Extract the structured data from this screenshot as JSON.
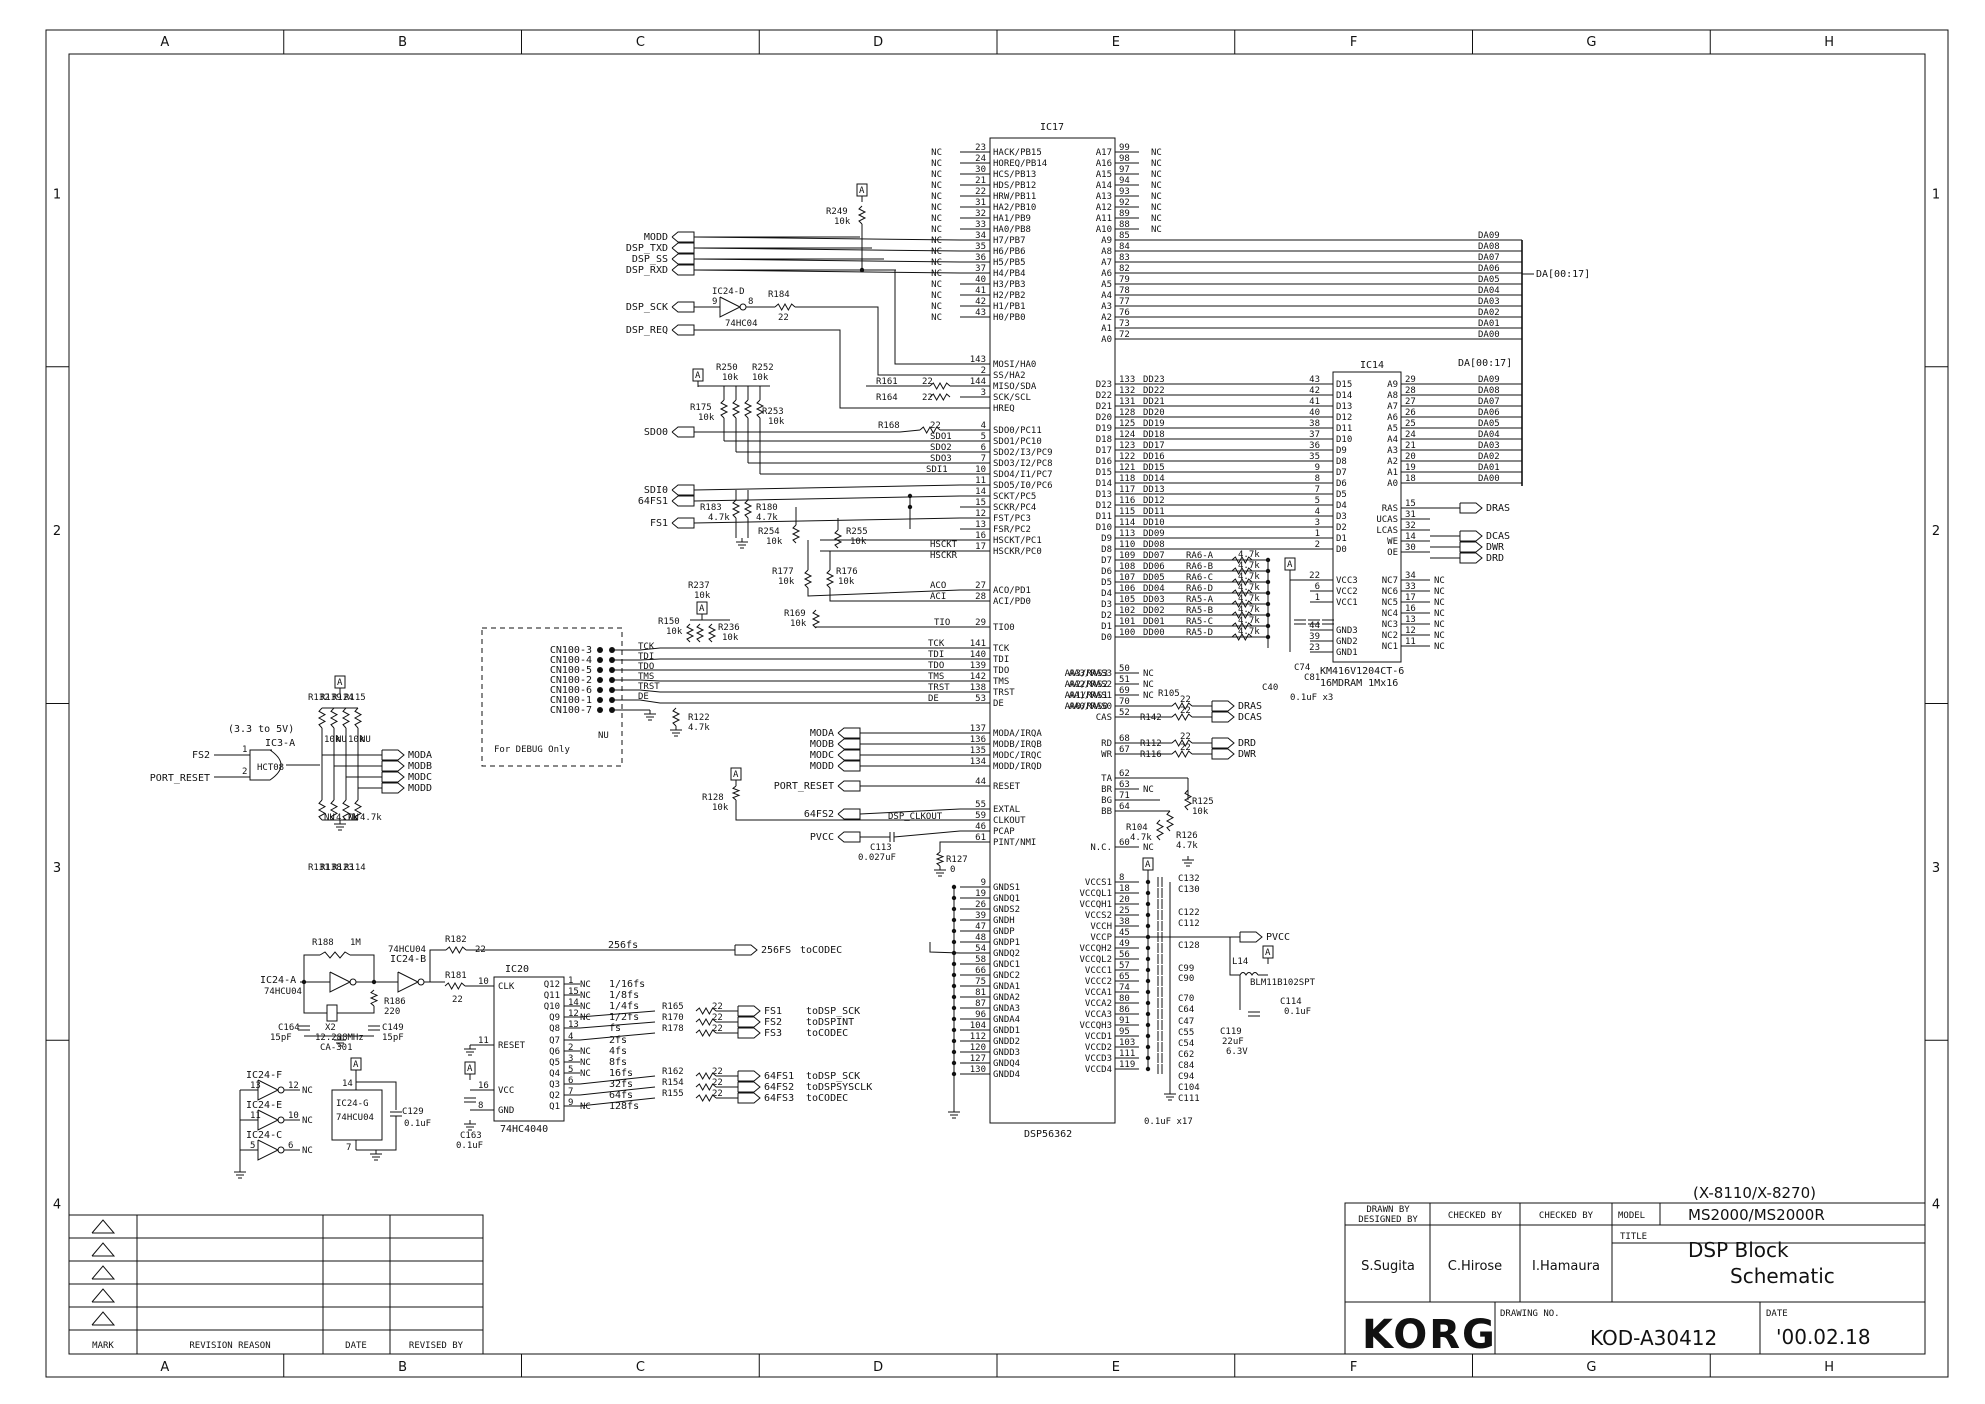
{
  "border": {
    "columns": [
      "A",
      "B",
      "C",
      "D",
      "E",
      "F",
      "G",
      "H"
    ],
    "rows": [
      "1",
      "2",
      "3",
      "4"
    ]
  },
  "ic17": {
    "name": "IC17",
    "part": "DSP56362",
    "left_pins": [
      [
        "23",
        "HACK/PB15"
      ],
      [
        "24",
        "HOREQ/PB14"
      ],
      [
        "30",
        "HCS/PB13"
      ],
      [
        "21",
        "HDS/PB12"
      ],
      [
        "22",
        "HRW/PB11"
      ],
      [
        "31",
        "HA2/PB10"
      ],
      [
        "32",
        "HA1/PB9"
      ],
      [
        "33",
        "HA0/PB8"
      ],
      [
        "34",
        "H7/PB7"
      ],
      [
        "35",
        "H6/PB6"
      ],
      [
        "36",
        "H5/PB5"
      ],
      [
        "37",
        "H4/PB4"
      ],
      [
        "40",
        "H3/PB3"
      ],
      [
        "41",
        "H2/PB2"
      ],
      [
        "42",
        "H1/PB1"
      ],
      [
        "43",
        "H0/PB0"
      ],
      [
        "143",
        "MOSI/HA0"
      ],
      [
        "2",
        "SS/HA2"
      ],
      [
        "144",
        "MISO/SDA"
      ],
      [
        "3",
        "SCK/SCL"
      ],
      [
        "",
        "HREQ"
      ],
      [
        "4",
        "SDO0/PC11"
      ],
      [
        "5",
        "SDO1/PC10"
      ],
      [
        "6",
        "SDO2/I3/PC9"
      ],
      [
        "7",
        "SDO3/I2/PC8"
      ],
      [
        "10",
        "SDO4/I1/PC7"
      ],
      [
        "11",
        "SDO5/I0/PC6"
      ],
      [
        "14",
        "SCKT/PC5"
      ],
      [
        "15",
        "SCKR/PC4"
      ],
      [
        "12",
        "FST/PC3"
      ],
      [
        "13",
        "FSR/PC2"
      ],
      [
        "16",
        "HSCKT/PC1"
      ],
      [
        "17",
        "HSCKR/PC0"
      ],
      [
        "27",
        "ACO/PD1"
      ],
      [
        "28",
        "ACI/PD0"
      ],
      [
        "29",
        "TIO0"
      ],
      [
        "141",
        "TCK"
      ],
      [
        "140",
        "TDI"
      ],
      [
        "139",
        "TDO"
      ],
      [
        "142",
        "TMS"
      ],
      [
        "138",
        "TRST"
      ],
      [
        "53",
        "DE"
      ],
      [
        "137",
        "MODA/IRQA"
      ],
      [
        "136",
        "MODB/IRQB"
      ],
      [
        "135",
        "MODC/IRQC"
      ],
      [
        "134",
        "MODD/IRQD"
      ],
      [
        "44",
        "RESET"
      ],
      [
        "55",
        "EXTAL"
      ],
      [
        "59",
        "CLKOUT"
      ],
      [
        "46",
        "PCAP"
      ],
      [
        "61",
        "PINT/NMI"
      ],
      [
        "9",
        "GNDS1"
      ],
      [
        "19",
        "GNDQ1"
      ],
      [
        "26",
        "GNDS2"
      ],
      [
        "39",
        "GNDH"
      ],
      [
        "47",
        "GNDP"
      ],
      [
        "48",
        "GNDP1"
      ],
      [
        "54",
        "GNDQ2"
      ],
      [
        "58",
        "GNDC1"
      ],
      [
        "66",
        "GNDC2"
      ],
      [
        "75",
        "GNDA1"
      ],
      [
        "81",
        "GNDA2"
      ],
      [
        "87",
        "GNDA3"
      ],
      [
        "96",
        "GNDA4"
      ],
      [
        "104",
        "GNDD1"
      ],
      [
        "112",
        "GNDD2"
      ],
      [
        "120",
        "GNDD3"
      ],
      [
        "127",
        "GNDQ4"
      ],
      [
        "130",
        "GNDD4"
      ]
    ],
    "right_pins": [
      [
        "99",
        "A17"
      ],
      [
        "98",
        "A16"
      ],
      [
        "97",
        "A15"
      ],
      [
        "94",
        "A14"
      ],
      [
        "93",
        "A13"
      ],
      [
        "92",
        "A12"
      ],
      [
        "89",
        "A11"
      ],
      [
        "88",
        "A10"
      ],
      [
        "85",
        "A9"
      ],
      [
        "84",
        "A8"
      ],
      [
        "83",
        "A7"
      ],
      [
        "82",
        "A6"
      ],
      [
        "79",
        "A5"
      ],
      [
        "78",
        "A4"
      ],
      [
        "77",
        "A3"
      ],
      [
        "76",
        "A2"
      ],
      [
        "73",
        "A1"
      ],
      [
        "72",
        "A0"
      ],
      [
        "133",
        "D23"
      ],
      [
        "132",
        "D22"
      ],
      [
        "131",
        "D21"
      ],
      [
        "128",
        "D20"
      ],
      [
        "125",
        "D19"
      ],
      [
        "124",
        "D18"
      ],
      [
        "123",
        "D17"
      ],
      [
        "122",
        "D16"
      ],
      [
        "121",
        "D15"
      ],
      [
        "118",
        "D14"
      ],
      [
        "117",
        "D13"
      ],
      [
        "116",
        "D12"
      ],
      [
        "115",
        "D11"
      ],
      [
        "114",
        "D10"
      ],
      [
        "113",
        "D9"
      ],
      [
        "110",
        "D8"
      ],
      [
        "109",
        "D7"
      ],
      [
        "108",
        "D6"
      ],
      [
        "107",
        "D5"
      ],
      [
        "106",
        "D4"
      ],
      [
        "105",
        "D3"
      ],
      [
        "102",
        "D2"
      ],
      [
        "101",
        "D1"
      ],
      [
        "100",
        "D0"
      ],
      [
        "50",
        "AA3/RAS3"
      ],
      [
        "51",
        "AA2/RAS2"
      ],
      [
        "69",
        "AA1/RAS1"
      ],
      [
        "70",
        "AA0/RAS0"
      ],
      [
        "52",
        "CAS"
      ],
      [
        "68",
        "RD"
      ],
      [
        "67",
        "WR"
      ],
      [
        "62",
        "TA"
      ],
      [
        "63",
        "BR"
      ],
      [
        "71",
        "BG"
      ],
      [
        "64",
        "BB"
      ],
      [
        "60",
        "N.C."
      ],
      [
        "8",
        "VCCS1"
      ],
      [
        "18",
        "VCCQL1"
      ],
      [
        "20",
        "VCCQH1"
      ],
      [
        "25",
        "VCCS2"
      ],
      [
        "38",
        "VCCH"
      ],
      [
        "45",
        "VCCP"
      ],
      [
        "49",
        "VCCQH2"
      ],
      [
        "56",
        "VCCQL2"
      ],
      [
        "57",
        "VCCC1"
      ],
      [
        "65",
        "VCCC2"
      ],
      [
        "74",
        "VCCA1"
      ],
      [
        "80",
        "VCCA2"
      ],
      [
        "86",
        "VCCA3"
      ],
      [
        "91",
        "VCCQH3"
      ],
      [
        "95",
        "VCCD1"
      ],
      [
        "103",
        "VCCD2"
      ],
      [
        "111",
        "VCCD3"
      ],
      [
        "119",
        "VCCD4"
      ]
    ],
    "dd_labels": [
      "DD23",
      "DD22",
      "DD21",
      "DD20",
      "DD19",
      "DD18",
      "DD17",
      "DD16",
      "DD15",
      "DD14",
      "DD13",
      "DD12",
      "DD11",
      "DD10",
      "DD09",
      "DD08",
      "DD07",
      "DD06",
      "DD05",
      "DD04",
      "DD03",
      "DD02",
      "DD01",
      "DD00"
    ],
    "ra_labels": [
      "RA6-A",
      "RA6-B",
      "RA6-C",
      "RA6-D",
      "RA5-A",
      "RA5-B",
      "RA5-C",
      "RA5-D"
    ],
    "ra_value": "4.7k",
    "aa_labels": [
      "AA3/RAS3",
      "AA2/RAS2",
      "AA1/RAS1",
      "AA0/RAS0"
    ],
    "nc": "NC"
  },
  "host_nets": [
    "MODD",
    "DSP_TXD",
    "DSP_SS",
    "DSP_RXD"
  ],
  "dsp_sck": "DSP_SCK",
  "dsp_req": "DSP_REQ",
  "ic24d": {
    "name": "IC24-D",
    "part": "74HC04",
    "pin_in": "9",
    "pin_out": "8"
  },
  "r184": {
    "name": "R184",
    "value": "22"
  },
  "r249": {
    "name": "R249",
    "value": "10k"
  },
  "r161": {
    "name": "R161",
    "value": "22"
  },
  "r164": {
    "name": "R164",
    "value": "22"
  },
  "r168": {
    "name": "R168",
    "value": "22"
  },
  "r250": {
    "name": "R250",
    "value": "10k"
  },
  "r252": {
    "name": "R252",
    "value": "10k"
  },
  "r175": {
    "name": "R175",
    "value": "10k"
  },
  "r253": {
    "name": "R253",
    "value": "10k"
  },
  "sdo_nets": [
    "SDO1",
    "SDO2",
    "SDO3",
    "SDI1"
  ],
  "sdo0": "SDO0",
  "sdi0": "SDI0",
  "fs64": "64FS1",
  "fs1": "FS1",
  "r183": {
    "name": "R183",
    "value": "4.7k"
  },
  "r180": {
    "name": "R180",
    "value": "4.7k"
  },
  "r254": {
    "name": "R254",
    "value": "10k"
  },
  "r255": {
    "name": "R255",
    "value": "10k"
  },
  "hsckt": "HSCKT",
  "hsckr": "HSCKR",
  "r177": {
    "name": "R177",
    "value": "10k"
  },
  "r176": {
    "name": "R176",
    "value": "10k"
  },
  "r169": {
    "name": "R169",
    "value": "10k"
  },
  "aco": "ACO",
  "aci": "ACI",
  "tio": "TIO",
  "r237": {
    "name": "R237",
    "value": "10k"
  },
  "r150": {
    "name": "R150",
    "value": "10k"
  },
  "r236": {
    "name": "R236",
    "value": "10k"
  },
  "r122": {
    "name": "R122",
    "value": "4.7k"
  },
  "jtag_nets": [
    "TCK",
    "TDI",
    "TDO",
    "TMS",
    "TRST",
    "DE"
  ],
  "cn100": [
    "CN100-3",
    "CN100-4",
    "CN100-5",
    "CN100-2",
    "CN100-6",
    "CN100-1",
    "CN100-7"
  ],
  "cn_signals": [
    "TCK",
    "TDI",
    "TDO",
    "TMS",
    "TRST",
    "DE"
  ],
  "debug_note": "For DEBUG Only",
  "nu": "NU",
  "mode_nets": [
    "MODA",
    "MODB",
    "MODC",
    "MODD"
  ],
  "port_reset": "PORT_RESET",
  "fs64_2": "64FS2",
  "dsp_clkout": "DSP_CLKOUT",
  "pvcc": "PVCC",
  "r128": {
    "name": "R128",
    "value": "10k"
  },
  "c113": {
    "name": "C113",
    "value": "0.027uF"
  },
  "r127": {
    "name": "R127",
    "value": "0"
  },
  "ic3": {
    "name": "IC3-A",
    "part": "HCT08",
    "note": "(3.3 to 5V)",
    "in1": "FS2",
    "in2": "PORT_RESET"
  },
  "ic3_res_top": [
    "R132",
    "R139",
    "R124",
    "R115"
  ],
  "ic3_res_bot": [
    "R131",
    "R138",
    "R123",
    "R114"
  ],
  "ic3_vals_top": [
    "10k",
    "NU",
    "10k",
    "NU"
  ],
  "ic3_vals_bot": [
    "NU",
    "4.7k",
    "NU",
    "4.7k"
  ],
  "ic3_outs": [
    "MODA",
    "MODB",
    "MODC",
    "MODD"
  ],
  "ic14": {
    "name": "IC14",
    "part": "KM416V1204CT-6",
    "desc": "16MDRAM 1Mx16",
    "d_pins": [
      [
        "43",
        "D15"
      ],
      [
        "42",
        "D14"
      ],
      [
        "41",
        "D13"
      ],
      [
        "40",
        "D12"
      ],
      [
        "38",
        "D11"
      ],
      [
        "37",
        "D10"
      ],
      [
        "36",
        "D9"
      ],
      [
        "35",
        "D8"
      ],
      [
        "9",
        "D7"
      ],
      [
        "8",
        "D6"
      ],
      [
        "7",
        "D5"
      ],
      [
        "5",
        "D4"
      ],
      [
        "4",
        "D3"
      ],
      [
        "3",
        "D2"
      ],
      [
        "1",
        "D1"
      ],
      [
        "2",
        "D0"
      ]
    ],
    "a_pins": [
      [
        "29",
        "A9"
      ],
      [
        "28",
        "A8"
      ],
      [
        "27",
        "A7"
      ],
      [
        "26",
        "A6"
      ],
      [
        "25",
        "A5"
      ],
      [
        "24",
        "A4"
      ],
      [
        "21",
        "A3"
      ],
      [
        "20",
        "A2"
      ],
      [
        "19",
        "A1"
      ],
      [
        "18",
        "A0"
      ]
    ],
    "ctrl_pins": [
      [
        "15",
        "RAS"
      ],
      [
        "31",
        "UCAS"
      ],
      [
        "32",
        "LCAS"
      ],
      [
        "14",
        "WE"
      ],
      [
        "30",
        "OE"
      ]
    ],
    "nc_pins": [
      [
        "34",
        "NC7"
      ],
      [
        "33",
        "NC6"
      ],
      [
        "17",
        "NC5"
      ],
      [
        "16",
        "NC4"
      ],
      [
        "13",
        "NC3"
      ],
      [
        "12",
        "NC2"
      ],
      [
        "11",
        "NC1"
      ]
    ],
    "pwr_pins": [
      [
        "22",
        "VCC3"
      ],
      [
        "6",
        "VCC2"
      ],
      [
        "1",
        "VCC1"
      ],
      [
        "44",
        "GND3"
      ],
      [
        "39",
        "GND2"
      ],
      [
        "23",
        "GND1"
      ]
    ]
  },
  "da_bus": {
    "label": "DA[00:17]",
    "nets_a": [
      "DA09",
      "DA08",
      "DA07",
      "DA06",
      "DA05",
      "DA04",
      "DA03",
      "DA02",
      "DA01",
      "DA00"
    ],
    "nets_b": [
      "DA09",
      "DA08",
      "DA07",
      "DA06",
      "DA05",
      "DA04",
      "DA03",
      "DA02",
      "DA01",
      "DA00"
    ]
  },
  "dram_ctrl": [
    "DRAS",
    "DCAS",
    "DCAS",
    "DWR",
    "DRD"
  ],
  "r105": {
    "name": "R105",
    "value": "22"
  },
  "r142": {
    "name": "R142",
    "value": "22"
  },
  "r112": {
    "name": "R112",
    "value": "22"
  },
  "r116": {
    "name": "R116",
    "value": "22"
  },
  "r125": {
    "name": "R125",
    "value": "10k"
  },
  "r104": {
    "name": "R104",
    "value": "4.7k"
  },
  "r126": {
    "name": "R126",
    "value": "4.7k"
  },
  "cas_nets": [
    "DRAS",
    "DCAS"
  ],
  "rw_nets": [
    "DRD",
    "DWR"
  ],
  "c74": "C74",
  "c40": "C40",
  "c81": "C81",
  "cap_x3": "0.1uF x3",
  "vcc_caps": [
    "C132",
    "C130",
    "C122",
    "C112",
    "C128",
    "C99",
    "C90",
    "C70",
    "C64",
    "C47",
    "C55",
    "C54",
    "C62",
    "C84",
    "C94",
    "C104",
    "C111"
  ],
  "cap_x17": "0.1uF x17",
  "l14": {
    "name": "L14",
    "part": "BLM11B102SPT"
  },
  "c114": {
    "name": "C114",
    "value": "0.1uF"
  },
  "c119": {
    "name": "C119",
    "value": "22uF",
    "volt": "6.3V"
  },
  "osc": {
    "r188": "R188",
    "r188v": "1M",
    "ic24a": "IC24-A",
    "ic24a_part": "74HCU04",
    "ic24b": "IC24-B",
    "ic24b_part": "74HCU04",
    "r182": "R182",
    "r182v": "22",
    "r181": "R181",
    "r181v": "22",
    "r186": "R186",
    "r186v": "220",
    "x2": "X2",
    "x2v": "12.288MHz",
    "x2p": "CA-301",
    "c164": "C164",
    "c164v": "15pF",
    "c149": "C149",
    "c149v": "15pF"
  },
  "ic20": {
    "name": "IC20",
    "part": "74HC4040",
    "pins_left": [
      [
        "10",
        "CLK"
      ],
      [
        "11",
        "RESET"
      ],
      [
        "16",
        "VCC"
      ],
      [
        "8",
        "GND"
      ]
    ],
    "pins_right": [
      [
        "1",
        "Q12"
      ],
      [
        "15",
        "Q11"
      ],
      [
        "14",
        "Q10"
      ],
      [
        "12",
        "Q9"
      ],
      [
        "13",
        "Q8"
      ],
      [
        "4",
        "Q7"
      ],
      [
        "2",
        "Q6"
      ],
      [
        "3",
        "Q5"
      ],
      [
        "5",
        "Q4"
      ],
      [
        "6",
        "Q3"
      ],
      [
        "7",
        "Q2"
      ],
      [
        "9",
        "Q1"
      ]
    ],
    "freqs": [
      "1/16fs",
      "1/8fs",
      "1/4fs",
      "1/2fs",
      "fs",
      "2fs",
      "4fs",
      "8fs",
      "16fs",
      "32fs",
      "64fs",
      "128fs"
    ],
    "nc": [
      "NC",
      "NC",
      "NC",
      "NC",
      "",
      "",
      "NC",
      "NC",
      "NC",
      "",
      "",
      "NC"
    ]
  },
  "fs256": {
    "label": "256fs",
    "net": "256FS",
    "dest": "toCODEC"
  },
  "fs_out": [
    {
      "r": "R165",
      "v": "22",
      "net": "FS1",
      "dest": "toDSP_SCK"
    },
    {
      "r": "R170",
      "v": "22",
      "net": "FS2",
      "dest": "toDSPINT"
    },
    {
      "r": "R178",
      "v": "22",
      "net": "FS3",
      "dest": "toCODEC"
    }
  ],
  "fs64_out": [
    {
      "r": "R162",
      "v": "22",
      "net": "64FS1",
      "dest": "toDSP_SCK"
    },
    {
      "r": "R154",
      "v": "22",
      "net": "64FS2",
      "dest": "toDSPSYSCLK"
    },
    {
      "r": "R155",
      "v": "22",
      "net": "64FS3",
      "dest": "toCODEC"
    }
  ],
  "c163": {
    "name": "C163",
    "value": "0.1uF"
  },
  "inv": {
    "ic24f": "IC24-F",
    "ic24e": "IC24-E",
    "ic24c": "IC24-C",
    "ic24g": "IC24-G",
    "ic24g_part": "74HCU04",
    "c129": "C129",
    "c129v": "0.1uF",
    "pins_f": [
      "13",
      "12"
    ],
    "pins_e": [
      "11",
      "10"
    ],
    "pins_c": [
      "5",
      "6"
    ],
    "nc": "NC",
    "vcc_pin": "14",
    "gnd_pin": "7"
  },
  "revision": {
    "mark": "MARK",
    "reason": "REVISION REASON",
    "date": "DATE",
    "revised_by": "REVISED BY"
  },
  "title_block": {
    "model_variants": "(X-8110/X-8270)",
    "drawn_by_label": "DRAWN BY",
    "designed_by_label": "DESIGNED BY",
    "checked_by_label": "CHECKED BY",
    "checked_by_label2": "CHECKED BY",
    "model_label": "MODEL",
    "model": "MS2000/MS2000R",
    "title_label": "TITLE",
    "title_line1": "DSP Block",
    "title_line2": "Schematic",
    "drawn_by": "S.Sugita",
    "checked_by": "C.Hirose",
    "checked_by2": "I.Hamaura",
    "logo": "KORG",
    "drawing_no_label": "DRAWING NO.",
    "drawing_no": "KOD-A30412",
    "date_label": "DATE",
    "date": "'00.02.18"
  }
}
